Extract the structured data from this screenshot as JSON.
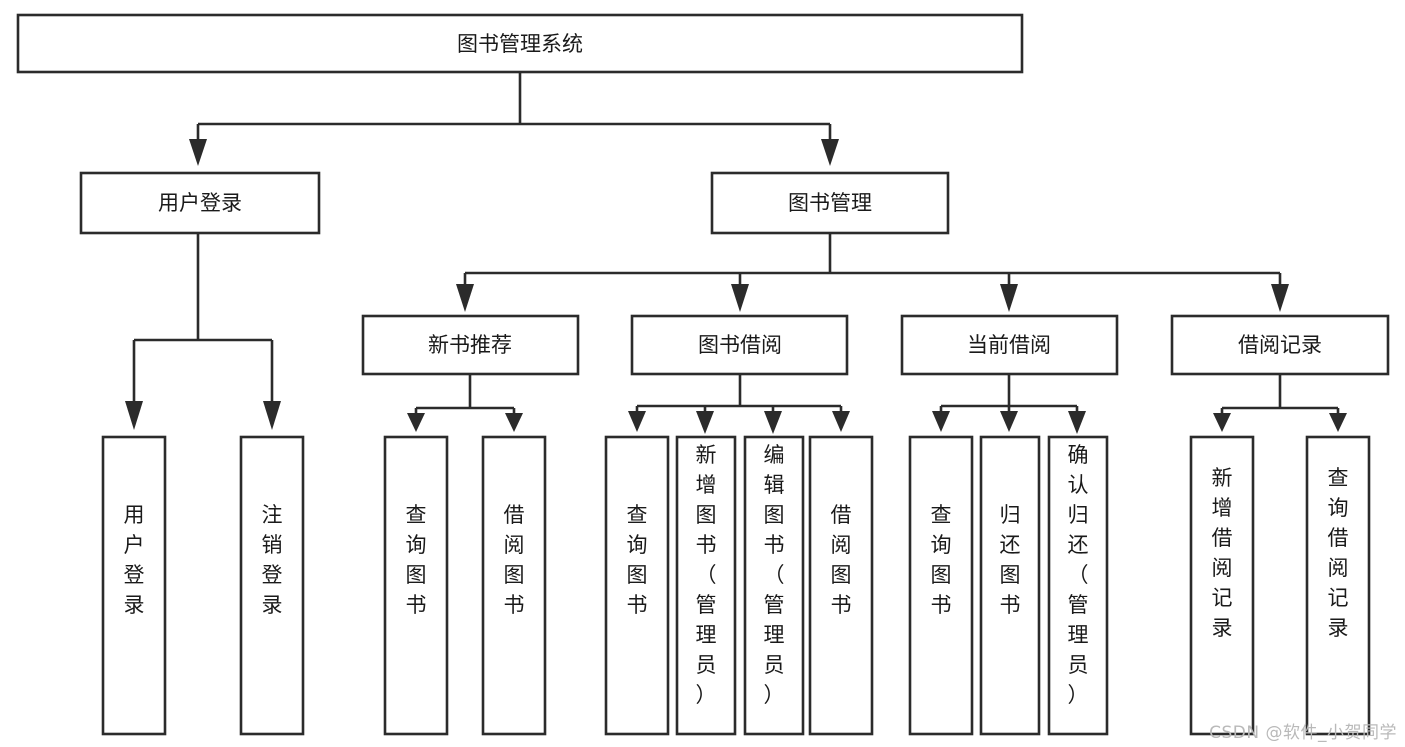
{
  "diagram": {
    "type": "tree",
    "title": "图书管理系统",
    "orientation": "top-down",
    "colors": {
      "stroke": "#2b2b2b",
      "fill": "#ffffff",
      "text": "#1a1a1a",
      "watermark": "#b9b9b9",
      "background": "#ffffff"
    }
  },
  "watermark": {
    "text": "CSDN @软件_小贺同学"
  },
  "nodes": {
    "root": {
      "label": "图书管理系统",
      "level": 0,
      "orientation": "horizontal"
    },
    "l1": [
      {
        "id": "user-login",
        "label": "用户登录",
        "level": 1,
        "orientation": "horizontal"
      },
      {
        "id": "book-manage",
        "label": "图书管理",
        "level": 1,
        "orientation": "horizontal"
      }
    ],
    "l2": [
      {
        "id": "new-book-recommend",
        "label": "新书推荐",
        "level": 2,
        "orientation": "horizontal",
        "parent": "book-manage"
      },
      {
        "id": "book-borrow",
        "label": "图书借阅",
        "level": 2,
        "orientation": "horizontal",
        "parent": "book-manage"
      },
      {
        "id": "current-borrow",
        "label": "当前借阅",
        "level": 2,
        "orientation": "horizontal",
        "parent": "book-manage"
      },
      {
        "id": "borrow-record",
        "label": "借阅记录",
        "level": 2,
        "orientation": "horizontal",
        "parent": "book-manage"
      }
    ],
    "leaves": [
      {
        "id": "leaf-user-login",
        "label": "用户登录",
        "parent": "user-login",
        "orientation": "vertical"
      },
      {
        "id": "leaf-user-logout",
        "label": "注销登录",
        "parent": "user-login",
        "orientation": "vertical"
      },
      {
        "id": "leaf-query-book-1",
        "label": "查询图书",
        "parent": "new-book-recommend",
        "orientation": "vertical"
      },
      {
        "id": "leaf-borrow-book-1",
        "label": "借阅图书",
        "parent": "new-book-recommend",
        "orientation": "vertical"
      },
      {
        "id": "leaf-query-book-2",
        "label": "查询图书",
        "parent": "book-borrow",
        "orientation": "vertical"
      },
      {
        "id": "leaf-add-book",
        "label": "新增图书（管理员）",
        "parent": "book-borrow",
        "orientation": "vertical"
      },
      {
        "id": "leaf-edit-book",
        "label": "编辑图书（管理员）",
        "parent": "book-borrow",
        "orientation": "vertical"
      },
      {
        "id": "leaf-borrow-book-2",
        "label": "借阅图书",
        "parent": "book-borrow",
        "orientation": "vertical"
      },
      {
        "id": "leaf-query-book-3",
        "label": "查询图书",
        "parent": "current-borrow",
        "orientation": "vertical"
      },
      {
        "id": "leaf-return-book",
        "label": "归还图书",
        "parent": "current-borrow",
        "orientation": "vertical"
      },
      {
        "id": "leaf-confirm-return",
        "label": "确认归还（管理员）",
        "parent": "current-borrow",
        "orientation": "vertical"
      },
      {
        "id": "leaf-add-record",
        "label": "新增借阅记录",
        "parent": "borrow-record",
        "orientation": "vertical"
      },
      {
        "id": "leaf-query-record",
        "label": "查询借阅记录",
        "parent": "borrow-record",
        "orientation": "vertical"
      }
    ]
  }
}
